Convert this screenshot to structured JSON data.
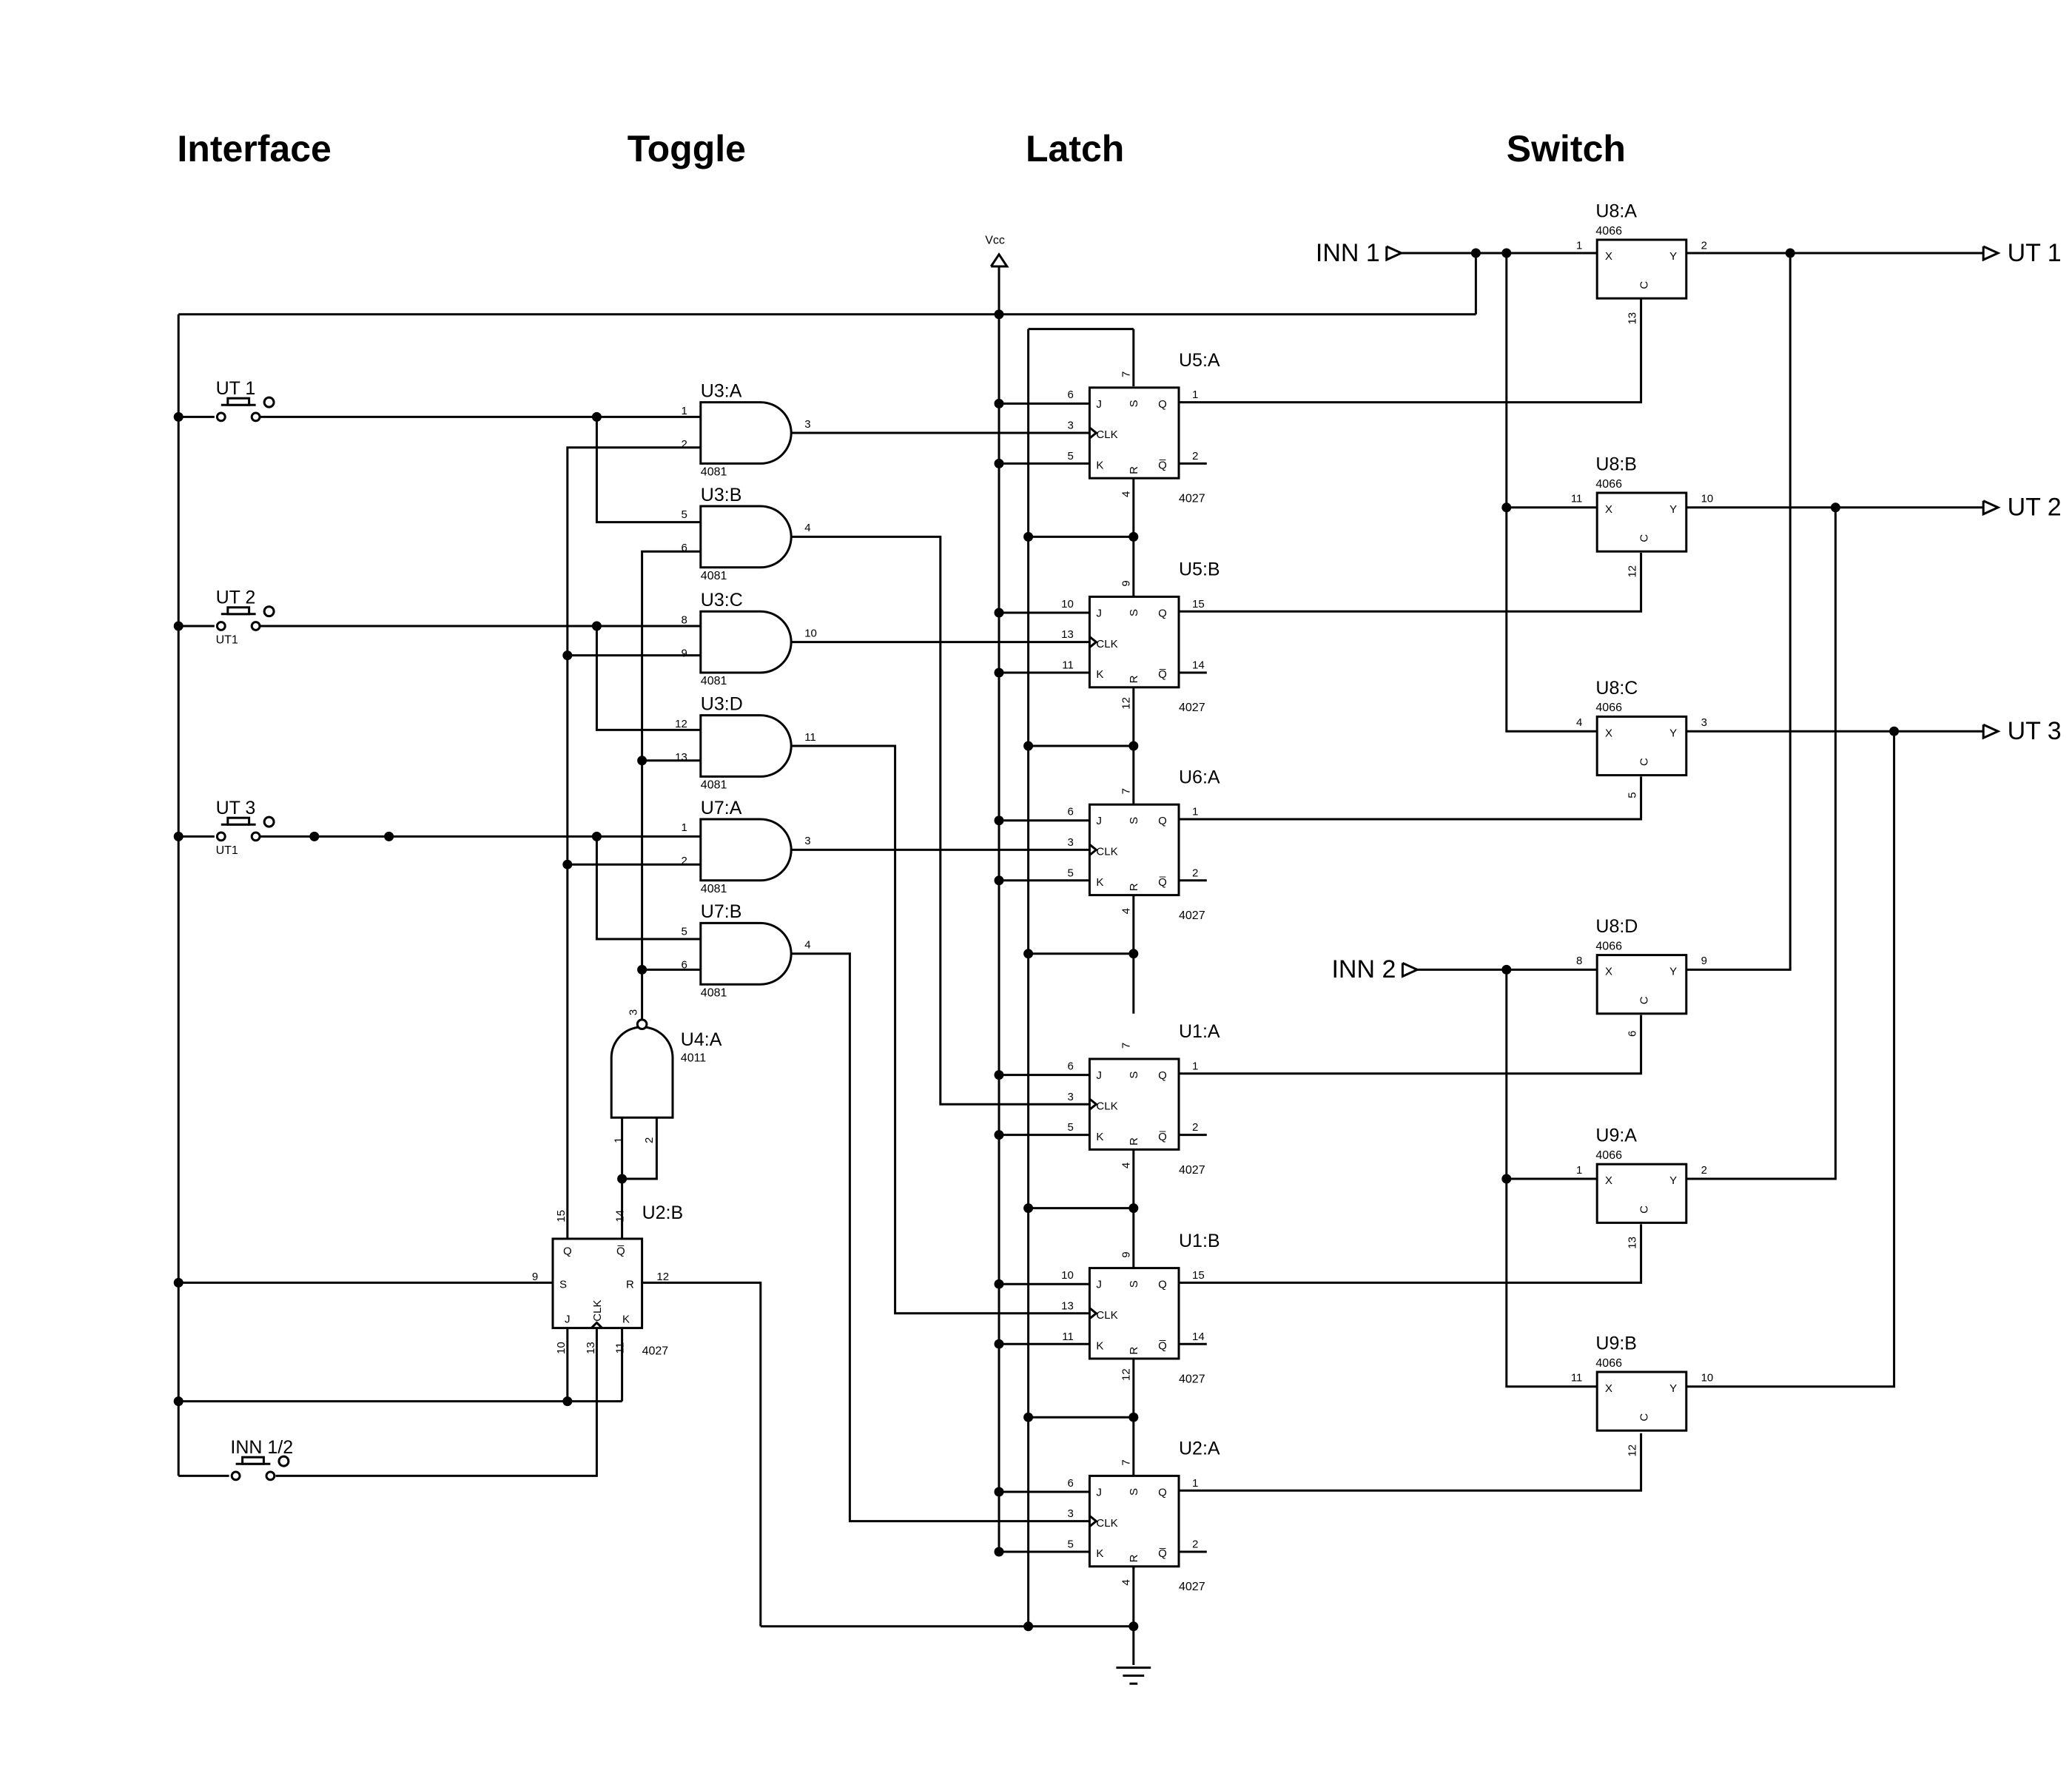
{
  "sections": [
    "Interface",
    "Toggle",
    "Latch",
    "Switch"
  ],
  "power": {
    "vcc": "Vcc"
  },
  "ports": {
    "inputs": [
      "INN 1",
      "INN 2"
    ],
    "outputs": [
      "UT 1",
      "UT 2",
      "UT 3"
    ]
  },
  "buttons": [
    {
      "label": "UT 1",
      "sub": ""
    },
    {
      "label": "UT 2",
      "sub": "UT1"
    },
    {
      "label": "UT 3",
      "sub": "UT1"
    },
    {
      "label": "INN 1/2",
      "sub": ""
    }
  ],
  "and_gates": [
    {
      "ref": "U3:A",
      "part": "4081",
      "pins": [
        "1",
        "2",
        "3"
      ]
    },
    {
      "ref": "U3:B",
      "part": "4081",
      "pins": [
        "5",
        "6",
        "4"
      ]
    },
    {
      "ref": "U3:C",
      "part": "4081",
      "pins": [
        "8",
        "9",
        "10"
      ]
    },
    {
      "ref": "U3:D",
      "part": "4081",
      "pins": [
        "12",
        "13",
        "11"
      ]
    },
    {
      "ref": "U7:A",
      "part": "4081",
      "pins": [
        "1",
        "2",
        "3"
      ]
    },
    {
      "ref": "U7:B",
      "part": "4081",
      "pins": [
        "5",
        "6",
        "4"
      ]
    }
  ],
  "nand_gate": {
    "ref": "U4:A",
    "part": "4011",
    "pins": [
      "1",
      "2",
      "3"
    ]
  },
  "latches": [
    {
      "ref": "U5:A",
      "part": "4027",
      "pins": [
        "7",
        "6",
        "3",
        "5",
        "1",
        "2",
        "4"
      ]
    },
    {
      "ref": "U5:B",
      "part": "4027",
      "pins": [
        "9",
        "10",
        "13",
        "11",
        "15",
        "14",
        "12"
      ]
    },
    {
      "ref": "U6:A",
      "part": "4027",
      "pins": [
        "7",
        "6",
        "3",
        "5",
        "1",
        "2",
        "4"
      ]
    },
    {
      "ref": "U1:A",
      "part": "4027",
      "pins": [
        "7",
        "6",
        "3",
        "5",
        "1",
        "2",
        "4"
      ]
    },
    {
      "ref": "U1:B",
      "part": "4027",
      "pins": [
        "9",
        "10",
        "13",
        "11",
        "15",
        "14",
        "12"
      ]
    },
    {
      "ref": "U2:A",
      "part": "4027",
      "pins": [
        "7",
        "6",
        "3",
        "5",
        "1",
        "2",
        "4"
      ]
    }
  ],
  "jk_pins": {
    "s": "S",
    "j": "J",
    "clk": "CLK",
    "k": "K",
    "r": "R",
    "q": "Q",
    "qb": "Q̅"
  },
  "u2b": {
    "ref": "U2:B",
    "part": "4027",
    "pins": {
      "q": "15",
      "qb": "14",
      "s": "9",
      "r": "12",
      "j": "10",
      "clk": "13",
      "k": "11"
    }
  },
  "switches": [
    {
      "ref": "U8:A",
      "part": "4066",
      "x": "1",
      "y": "2",
      "c": "13"
    },
    {
      "ref": "U8:B",
      "part": "4066",
      "x": "11",
      "y": "10",
      "c": "12"
    },
    {
      "ref": "U8:C",
      "part": "4066",
      "x": "4",
      "y": "3",
      "c": "5"
    },
    {
      "ref": "U8:D",
      "part": "4066",
      "x": "8",
      "y": "9",
      "c": "6"
    },
    {
      "ref": "U9:A",
      "part": "4066",
      "x": "1",
      "y": "2",
      "c": "13"
    },
    {
      "ref": "U9:B",
      "part": "4066",
      "x": "11",
      "y": "10",
      "c": "12"
    }
  ],
  "switch_pins": {
    "x": "X",
    "y": "Y",
    "c": "C"
  }
}
